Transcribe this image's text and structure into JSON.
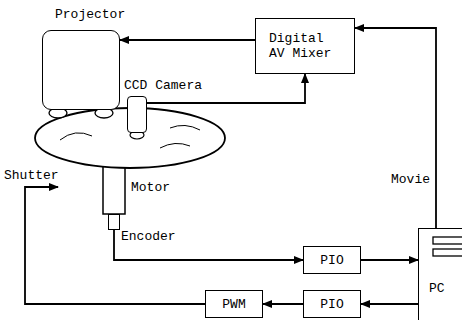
{
  "diagram": {
    "nodes": [
      {
        "text": [
          "Projector"
        ]
      },
      {
        "text": [
          "CCD Camera"
        ]
      },
      {
        "text": [
          "Digital AV Mixer"
        ]
      },
      {
        "text": [
          "PC"
        ]
      },
      {
        "text": [
          "PIO"
        ]
      },
      {
        "text": [
          "PIO"
        ]
      },
      {
        "text": [
          "PWM"
        ]
      },
      {
        "text": [
          "Encoder"
        ]
      }
    ],
    "edges": [
      {
        "from": 2,
        "to": 0,
        "arrow": "to"
      },
      {
        "from": 1,
        "to": 2,
        "arrow": "to"
      },
      {
        "from": 3,
        "to": 2,
        "label": "Movie",
        "arrow": "to"
      },
      {
        "from": 7,
        "to": 4,
        "arrow": "to"
      },
      {
        "from": 4,
        "to": 3,
        "arrow": "to"
      },
      {
        "from": 3,
        "to": 5,
        "arrow": "to"
      },
      {
        "from": 5,
        "to": 6,
        "arrow": "to"
      }
    ],
    "labels": [
      "Motor",
      "Shutter"
    ]
  }
}
